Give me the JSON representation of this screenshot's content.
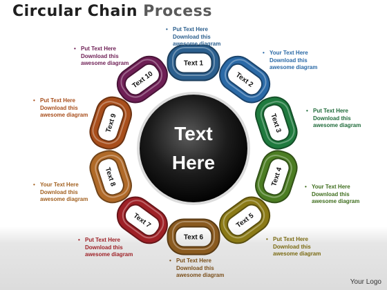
{
  "title": {
    "part1": "Circular Chain",
    "part2": "Process"
  },
  "center": {
    "line1": "Text",
    "line2": "Here"
  },
  "links": [
    {
      "label": "Text 1",
      "color": "#2b5f8e"
    },
    {
      "label": "Text 2",
      "color": "#2a69a6"
    },
    {
      "label": "Text 3",
      "color": "#1f7a3e"
    },
    {
      "label": "Text 4",
      "color": "#4c7d23"
    },
    {
      "label": "Text 5",
      "color": "#8b7a16"
    },
    {
      "label": "Text 6",
      "color": "#8a5a1f"
    },
    {
      "label": "Text 7",
      "color": "#9e2026"
    },
    {
      "label": "Text 8",
      "color": "#b06a28"
    },
    {
      "label": "Text 9",
      "color": "#a84e1b"
    },
    {
      "label": "Text 10",
      "color": "#6e1f55"
    }
  ],
  "notes": [
    {
      "line1": "Put Text Here",
      "line2": "Download this",
      "line3": "awesome diagram",
      "color": "#2b5f8e"
    },
    {
      "line1": "Your Text Here",
      "line2": "Download this",
      "line3": "awesome diagram",
      "color": "#2a69a6"
    },
    {
      "line1": "Put Text Here",
      "line2": "Download this",
      "line3": "awesome diagram",
      "color": "#1f6b3a"
    },
    {
      "line1": "Your Text Here",
      "line2": "Download this",
      "line3": "awesome diagram",
      "color": "#3f6e1e"
    },
    {
      "line1": "Put Text Here",
      "line2": "Download this",
      "line3": "awesome diagram",
      "color": "#7a6a12"
    },
    {
      "line1": "Put Text Here",
      "line2": "Download this",
      "line3": "awesome diagram",
      "color": "#7a4f1a"
    },
    {
      "line1": "Put Text Here",
      "line2": "Download this",
      "line3": "awesome diagram",
      "color": "#9e2026"
    },
    {
      "line1": "Your Text Here",
      "line2": "Download this",
      "line3": "awesome diagram",
      "color": "#a2601f"
    },
    {
      "line1": "Put Text Here",
      "line2": "Download this",
      "line3": "awesome diagram",
      "color": "#a84e1b"
    },
    {
      "line1": "Put Text Here",
      "line2": "Download this",
      "line3": "awesome diagram",
      "color": "#6e1f55"
    }
  ],
  "footer": {
    "logo": "Your Logo"
  }
}
